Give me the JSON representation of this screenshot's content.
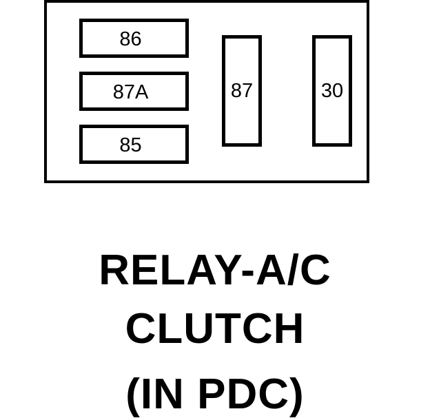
{
  "relay": {
    "pins": {
      "pin_86": "86",
      "pin_87a": "87A",
      "pin_85": "85",
      "pin_87": "87",
      "pin_30": "30"
    }
  },
  "caption": {
    "line1": "RELAY-A/C",
    "line2": "CLUTCH",
    "line3": "(IN PDC)"
  }
}
